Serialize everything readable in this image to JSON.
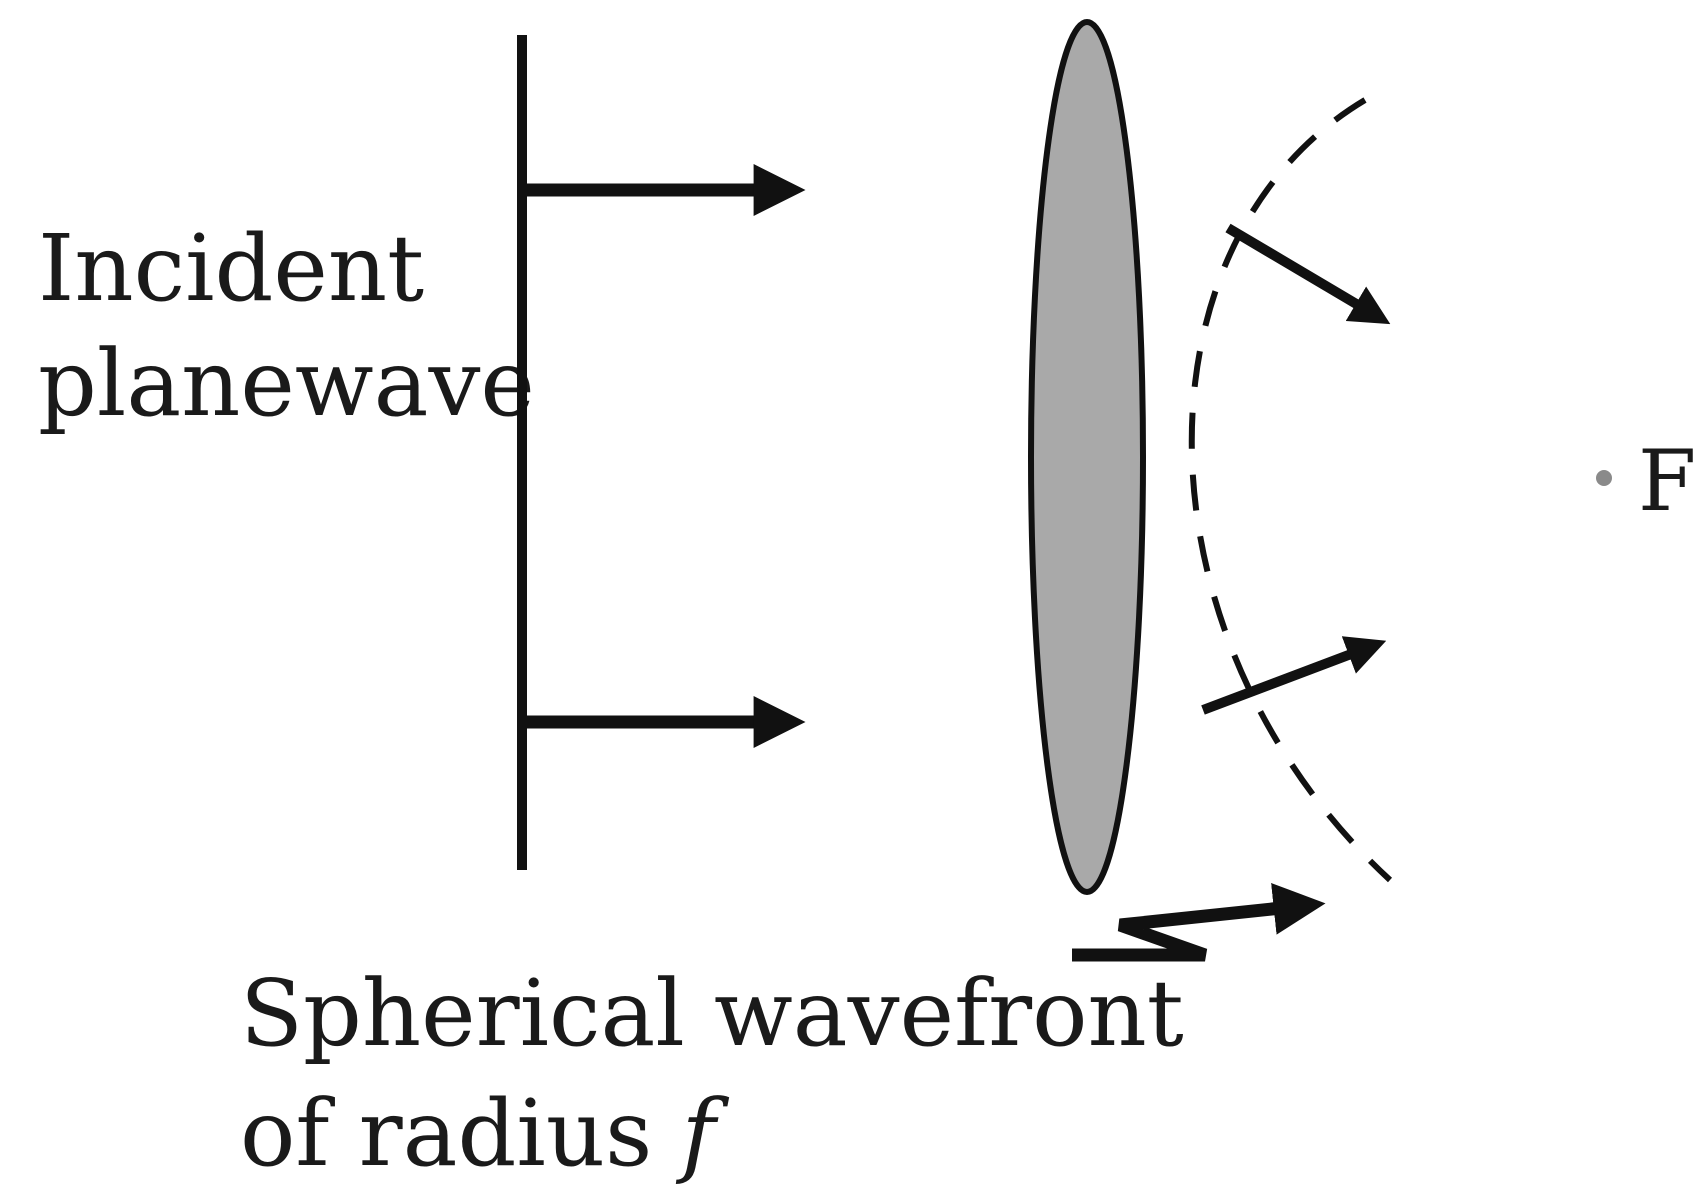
{
  "labels": {
    "incident_line1": "Incident",
    "incident_line2": "planewave",
    "wavefront_line1": "Spherical wavefront",
    "wavefront_line2_prefix": "of radius ",
    "wavefront_line2_symbol": "f",
    "focal_point": "F"
  },
  "colors": {
    "stroke": "#111111",
    "lens_fill": "#a9a9a9",
    "focal_dot": "#8a8a8a"
  }
}
